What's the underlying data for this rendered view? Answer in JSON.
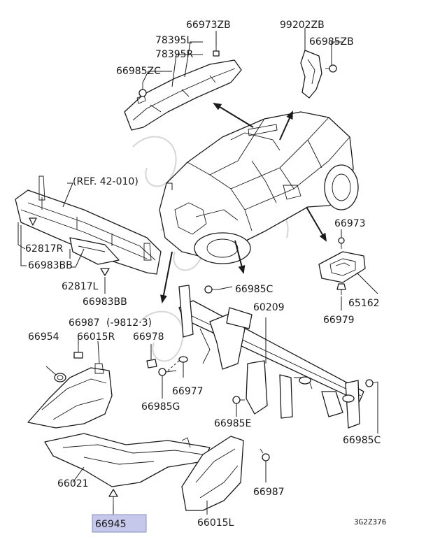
{
  "labels": {
    "p66973ZB": "66973ZB",
    "p78395L": "78395L",
    "p78395R": "78395R",
    "p66985ZC": "66985ZC",
    "p99202ZB": "99202ZB",
    "p66985ZB": "66985ZB",
    "ref": "(REF. 42-010)",
    "p62817R": "62817R",
    "p66983BB_1": "66983BB",
    "p62817L": "62817L",
    "p66983BB_2": "66983BB",
    "p66973": "66973",
    "p66985C_1": "66985C",
    "p60209": "60209",
    "p65162": "65162",
    "p66979": "66979",
    "p66987_1": "66987",
    "note9812": "(-9812·3)",
    "p66954": "66954",
    "p66015R": "66015R",
    "p66978": "66978",
    "p66977": "66977",
    "p66985G": "66985G",
    "p66985E": "66985E",
    "p66985C_2": "66985C",
    "p66021": "66021",
    "p66987_2": "66987",
    "p66015L": "66015L",
    "p66945": "66945",
    "code": "3G2Z376"
  },
  "highlight_color": "#c5c8ea"
}
